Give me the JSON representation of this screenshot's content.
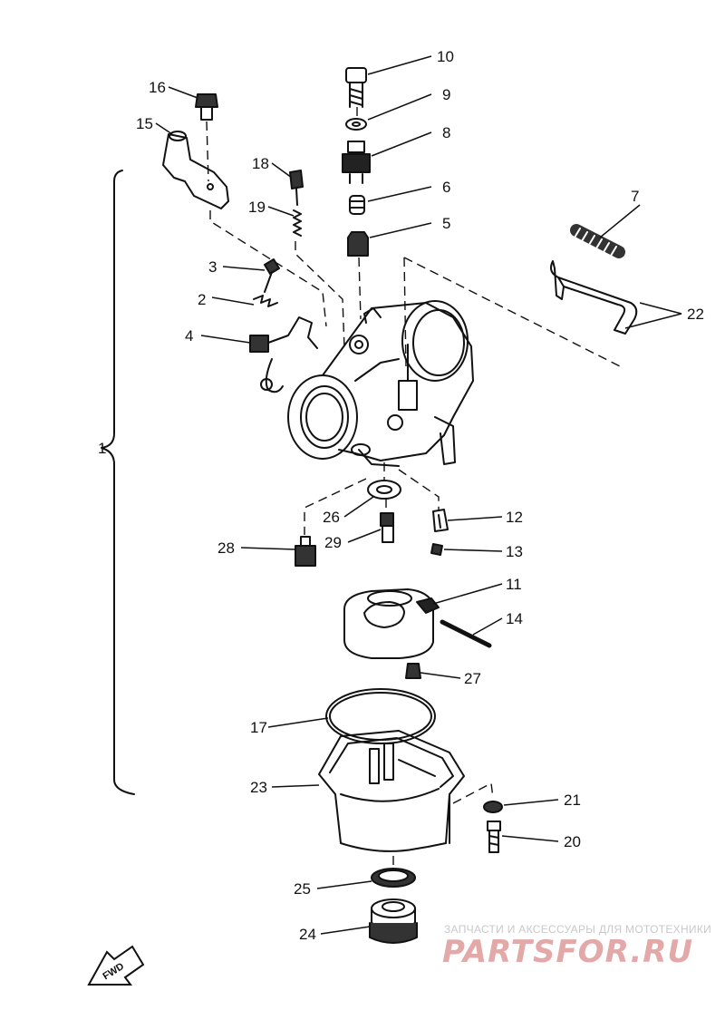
{
  "callouts": [
    "1",
    "2",
    "3",
    "4",
    "5",
    "6",
    "7",
    "8",
    "9",
    "10",
    "11",
    "12",
    "13",
    "14",
    "15",
    "16",
    "17",
    "18",
    "19",
    "20",
    "21",
    "22",
    "23",
    "24",
    "25",
    "26",
    "27",
    "28",
    "29"
  ],
  "fwd_label": "FWD",
  "watermark": {
    "subtitle": "ЗАПЧАСТИ И АКСЕССУАРЫ ДЛЯ МОТОТЕХНИКИ",
    "brand": "PARTSFOR.RU"
  },
  "colors": {
    "ink": "#111111",
    "watermark_brand": "#e3a8a8",
    "watermark_sub": "#c9c9c9"
  }
}
